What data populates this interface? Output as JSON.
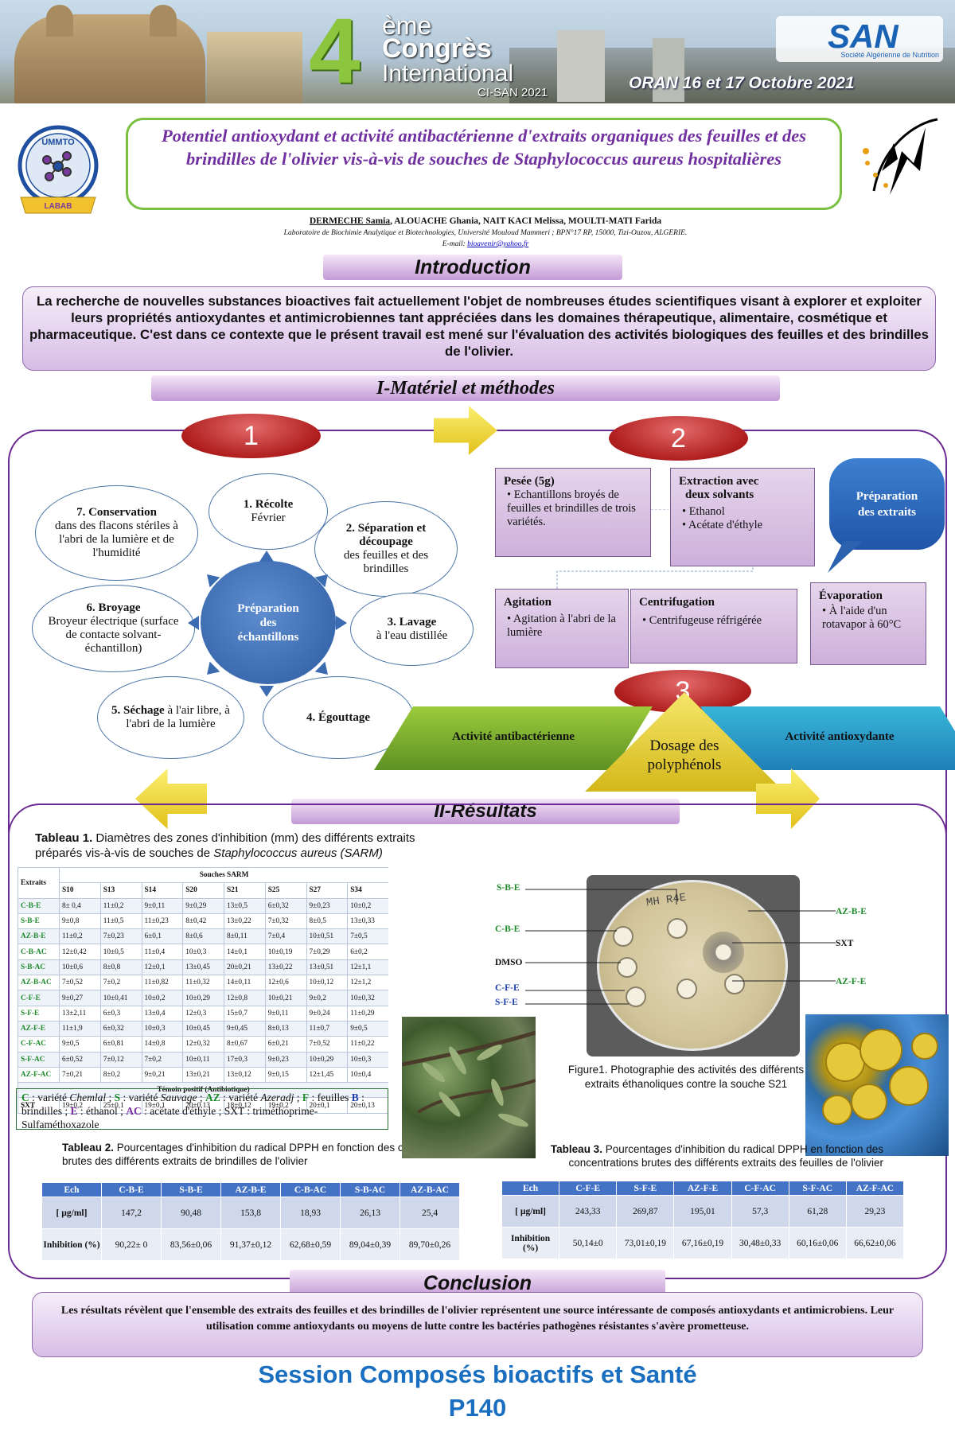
{
  "banner": {
    "number": "4",
    "ordinal": "ème",
    "line1": "Congrès",
    "line2": "International",
    "edition": "CI-SAN 2021",
    "org_short": "SAN",
    "org_full": "Société Algérienne de Nutrition",
    "location_date": "ORAN 16 et 17 Octobre 2021",
    "colors": {
      "accent_green": "#8cc63f",
      "san_blue": "#1a62b4"
    }
  },
  "logos": {
    "left_top": "UMMTO",
    "left_bottom": "LABAB"
  },
  "title": "Potentiel antioxydant et activité antibactérienne d'extraits organiques des feuilles et des brindilles de l'olivier vis-à-vis de souches de Staphylococcus aureus hospitalières",
  "authors": {
    "first": "DERMECHE Samia",
    "rest": ", ALOUACHE Ghania, NAIT KACI Melissa, MOULTI-MATI Farida",
    "lab": "Laboratoire de Biochimie Analytique et Biotechnologies, Université Mouloud Mammeri ; BPN°17 RP, 15000, Tizi-Ouzou, ALGERIE.",
    "email_label": "E-mail: ",
    "email": "bioavenir@yahoo.fr"
  },
  "sections": {
    "intro": "Introduction",
    "methods": "I-Matériel et méthodes",
    "results": "II-Résultats",
    "conclusion": "Conclusion"
  },
  "introduction": "La recherche de nouvelles substances bioactives fait actuellement l'objet de nombreuses études scientifiques visant à explorer et exploiter leurs propriétés antioxydantes et antimicrobiennes tant appréciées dans les domaines thérapeutique, alimentaire, cosmétique et pharmaceutique.  C'est dans ce contexte que le présent travail est mené sur l'évaluation des activités biologiques des feuilles et des brindilles de l'olivier.",
  "steps": {
    "one": "1",
    "two": "2",
    "three": "3"
  },
  "cycle": {
    "center_l1": "Préparation",
    "center_l2": "des",
    "center_l3": "échantillons",
    "s1_title": "1. Récolte",
    "s1_text": "Février",
    "s2_title": "2. Séparation et découpage",
    "s2_text": "des feuilles et des brindilles",
    "s3_title": "3. Lavage",
    "s3_text": "à l'eau distillée",
    "s4_title": "4. Égouttage",
    "s5_title": "5. Séchage",
    "s5_text": " à l'air libre, à l'abri de la lumière",
    "s6_title": "6. Broyage",
    "s6_text": "Broyeur électrique (surface de contacte solvant-échantillon)",
    "s7_title": "7. Conservation",
    "s7_text": "dans des flacons stériles à l'abri de la lumière et de l'humidité"
  },
  "process": {
    "pesee_title": "Pesée (5g)",
    "pesee_item": "Echantillons  broyés de feuilles et brindilles de trois variétés.",
    "extr_title1": "Extraction avec",
    "extr_title2": "deux solvants",
    "extr_item1": "Ethanol",
    "extr_item2": "Acétate d'éthyle",
    "prep_l1": "Préparation",
    "prep_l2": "des extraits",
    "agit_title": "Agitation",
    "agit_item": "Agitation à l'abri de la lumière",
    "centri_title": "Centrifugation",
    "centri_item": "Centrifugeuse réfrigérée",
    "evap_title": "Évaporation",
    "evap_item": "À l'aide d'un rotavapor à 60°C"
  },
  "activities": {
    "antibac": "Activité antibactérienne",
    "antiox": "Activité antioxydante",
    "poly_l1": "Dosage des",
    "poly_l2": "polyphénols"
  },
  "table1": {
    "caption_a": "Tableau 1.",
    "caption_b": " Diamètres des zones d'inhibition (mm) des différents extraits préparés vis-à-vis de souches de ",
    "caption_c": "Staphylococcus aureus (SARM)",
    "h_extraits": "Extraits",
    "h_souches": "Souches SARM",
    "strains": [
      "S10",
      "S13",
      "S14",
      "S20",
      "S21",
      "S25",
      "S27",
      "S34"
    ],
    "rows": [
      {
        "name": "C-B-E",
        "color": "g",
        "v": [
          "8± 0,4",
          "11±0,2",
          "9±0,11",
          "9±0,29",
          "13±0,5",
          "6±0,32",
          "9±0,23",
          "10±0,2"
        ]
      },
      {
        "name": "S-B-E",
        "color": "g",
        "v": [
          "9±0,8",
          "11±0,5",
          "11±0,23",
          "8±0,42",
          "13±0,22",
          "7±0,32",
          "8±0,5",
          "13±0,33"
        ]
      },
      {
        "name": "AZ-B-E",
        "color": "g",
        "v": [
          "11±0,2",
          "7±0,23",
          "6±0,1",
          "8±0,6",
          "8±0,11",
          "7±0,4",
          "10±0,51",
          "7±0,5"
        ]
      },
      {
        "name": "C-B-AC",
        "color": "g",
        "v": [
          "12±0,42",
          "10±0,5",
          "11±0,4",
          "10±0,3",
          "14±0,1",
          "10±0,19",
          "7±0,29",
          "6±0,2"
        ]
      },
      {
        "name": "S-B-AC",
        "color": "g",
        "v": [
          "10±0,6",
          "8±0,8",
          "12±0,1",
          "13±0,45",
          "20±0,21",
          "13±0,22",
          "13±0,51",
          "12±1,1"
        ]
      },
      {
        "name": "AZ-B-AC",
        "color": "g",
        "v": [
          "7±0,52",
          "7±0,2",
          "11±0,82",
          "11±0,32",
          "14±0,11",
          "12±0,6",
          "10±0,12",
          "12±1,2"
        ]
      },
      {
        "name": "C-F-E",
        "color": "g",
        "v": [
          "9±0,27",
          "10±0,41",
          "10±0,2",
          "10±0,29",
          "12±0,8",
          "10±0,21",
          "9±0,2",
          "10±0,32"
        ]
      },
      {
        "name": "S-F-E",
        "color": "g",
        "v": [
          "13±2,11",
          "6±0,3",
          "13±0,4",
          "12±0,3",
          "15±0,7",
          "9±0,11",
          "9±0,24",
          "11±0,29"
        ]
      },
      {
        "name": "AZ-F-E",
        "color": "g",
        "v": [
          "11±1,9",
          "6±0,32",
          "10±0,3",
          "10±0,45",
          "9±0,45",
          "8±0,13",
          "11±0,7",
          "9±0,5"
        ]
      },
      {
        "name": "C-F-AC",
        "color": "g",
        "v": [
          "9±0,5",
          "6±0,81",
          "14±0,8",
          "12±0,32",
          "8±0,67",
          "6±0,21",
          "7±0,52",
          "11±0,22"
        ]
      },
      {
        "name": "S-F-AC",
        "color": "g",
        "v": [
          "6±0,52",
          "7±0,12",
          "7±0,2",
          "10±0,11",
          "17±0,3",
          "9±0,23",
          "10±0,29",
          "10±0,3"
        ]
      },
      {
        "name": "AZ-F-AC",
        "color": "g",
        "v": [
          "7±0,21",
          "8±0,2",
          "9±0,21",
          "13±0,21",
          "13±0,12",
          "9±0,15",
          "12±1,45",
          "10±0,4"
        ]
      }
    ],
    "temoin_label": "Témoin positif (Antibiotique)",
    "sxt": {
      "name": "SXT",
      "v": [
        "19±0,2",
        "25±0,1",
        "19±0,1",
        "20±0,13",
        "18±0,12",
        "19±0,2",
        "20±0,1",
        "20±0,13"
      ]
    }
  },
  "legend": {
    "c": "C",
    "c_t": " : variété ",
    "c_v": "Chemlal",
    "c_sep": " ; ",
    "s": "S",
    "s_t": " : variété ",
    "s_v": "Sauvage",
    "s_sep": " ; ",
    "az": "AZ",
    "az_t": " : variété ",
    "az_v": "Azeradj",
    "az_sep": " ; ",
    "f": "F",
    "f_t": " : feuilles",
    "b": "B",
    "b_t": " : brindilles ; ",
    "e": "E",
    "e_t": " : éthanol ; ",
    "ac": "AC",
    "ac_t": " : acétate d'éthyle ; SXT : triméthoprime-Sulfaméthoxazole"
  },
  "table2": {
    "caption_a": "Tableau 2.",
    "caption_b": " Pourcentages d'inhibition du radical DPPH en fonction des concentrations brutes des différents extraits de brindilles de l'olivier",
    "h0": "Ech",
    "cols": [
      "C-B-E",
      "S-B-E",
      "AZ-B-E",
      "C-B-AC",
      "S-B-AC",
      "AZ-B-AC"
    ],
    "r1_label": "[ µg/ml]",
    "r1": [
      "147,2",
      "90,48",
      "153,8",
      "18,93",
      "26,13",
      "25,4"
    ],
    "r2_label": "Inhibition (%)",
    "r2": [
      "90,22± 0",
      "83,56±0,06",
      "91,37±0,12",
      "62,68±0,59",
      "89,04±0,39",
      "89,70±0,26"
    ]
  },
  "table3": {
    "caption_a": "Tableau 3.",
    "caption_b": " Pourcentages d'inhibition du radical DPPH en fonction des concentrations brutes des différents extraits des feuilles de l'olivier",
    "h0": "Ech",
    "cols": [
      "C-F-E",
      "S-F-E",
      "AZ-F-E",
      "C-F-AC",
      "S-F-AC",
      "AZ-F-AC"
    ],
    "r1_label": "[ µg/ml]",
    "r1": [
      "243,33",
      "269,87",
      "195,01",
      "57,3",
      "61,28",
      "29,23"
    ],
    "r2_label": "Inhibition (%)",
    "r2": [
      "50,14±0",
      "73,01±0,19",
      "67,16±0,19",
      "30,48±0,33",
      "60,16±0,06",
      "66,62±0,06"
    ]
  },
  "figure1": {
    "labels": {
      "sbe": "S-B-E",
      "cbe": "C-B-E",
      "dmso": "DMSO",
      "cfe": "C-F-E",
      "sfe": "S-F-E",
      "azbe": "AZ-B-E",
      "sxt": "SXT",
      "azfe": "AZ-F-E"
    },
    "plate_text": "MH R4E",
    "caption_a": "Figure1",
    "caption_b": ". Photographie des activités des différents extraits éthanoliques contre la souche S21"
  },
  "conclusion": "Les résultats révèlent  que l'ensemble des extraits des feuilles et  des brindilles de l'olivier représentent une source intéressante de  composés antioxydants et antimicrobiens. Leur utilisation comme antioxydants ou moyens  de lutte  contre les bactéries pathogènes résistantes s'avère prometteuse.",
  "session": "Session Composés bioactifs et Santé",
  "poster_id": "P140"
}
